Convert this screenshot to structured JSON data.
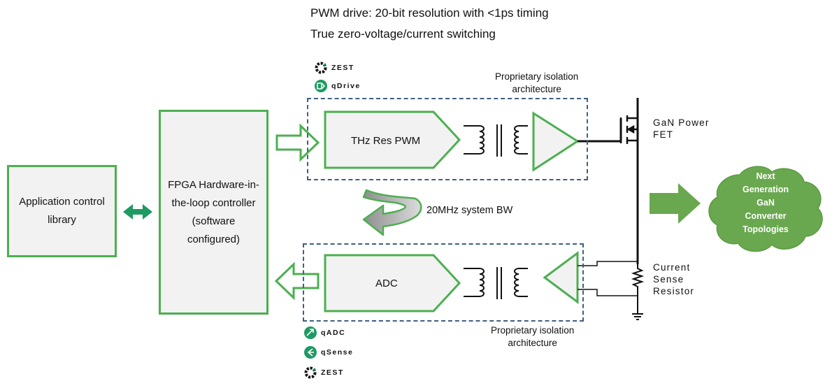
{
  "header": {
    "line1": "PWM drive: 20-bit resolution with <1ps timing",
    "line2": "True zero-voltage/current switching"
  },
  "blocks": {
    "app": [
      "Application control",
      "library"
    ],
    "fpga": [
      "FPGA Hardware-in-",
      "the-loop controller",
      "(software",
      "configured)"
    ],
    "pwm": "THz Res PWM",
    "adc": "ADC"
  },
  "isolation": {
    "top": [
      "Proprietary isolation",
      "architecture"
    ],
    "bottom": [
      "Proprietary isolation",
      "architecture"
    ]
  },
  "feedback_label": "20MHz system BW",
  "fet_label": [
    "GaN Power",
    "FET"
  ],
  "resistor_label": [
    "Current",
    "Sense",
    "Resistor"
  ],
  "cloud": [
    "Next",
    "Generation",
    "GaN",
    "Converter",
    "Topologies"
  ],
  "logos": {
    "top": [
      {
        "icon": "gear-icon",
        "text": "ZEST"
      },
      {
        "icon": "qdrive-icon",
        "text": "qDrive"
      }
    ],
    "bottom": [
      {
        "icon": "qadc-icon",
        "text": "qADC"
      },
      {
        "icon": "qsense-icon",
        "text": "qSense"
      },
      {
        "icon": "gear-icon",
        "text": "ZEST"
      }
    ]
  },
  "colors": {
    "accent_green": "#4caf50",
    "arrow_green": "#6aa84f",
    "teal": "#1e9a63",
    "dashed_border": "#3f5f82",
    "box_fill": "#f2f2f2"
  }
}
